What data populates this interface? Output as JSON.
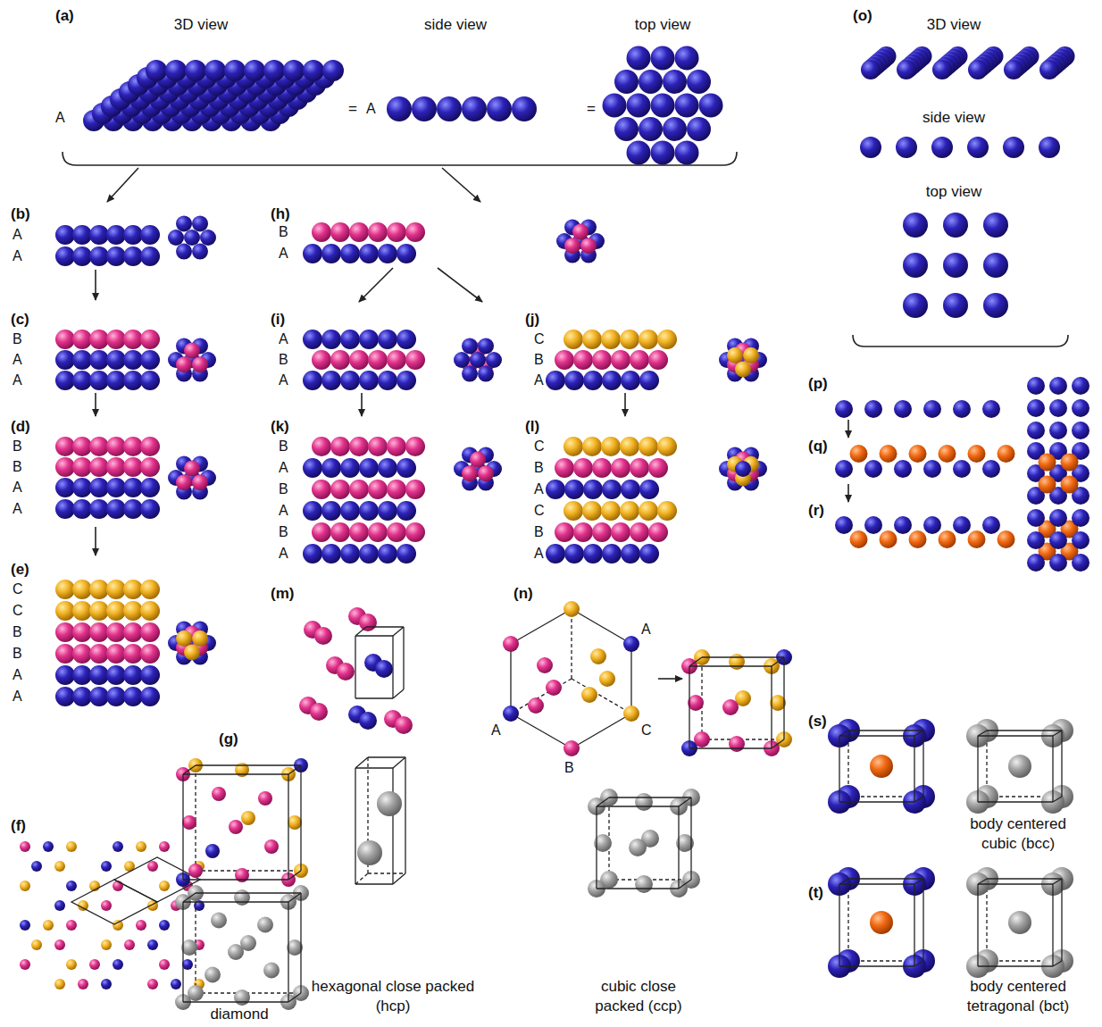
{
  "diagram": {
    "labels": [
      "(a)",
      "3D view",
      "side view",
      "top view",
      "A",
      "=",
      "A",
      "=",
      "(b)",
      "A",
      "A",
      "(c)",
      "B",
      "A",
      "A",
      "(d)",
      "B",
      "B",
      "A",
      "A",
      "(e)",
      "C",
      "C",
      "B",
      "B",
      "A",
      "A",
      "(f)",
      "(g)",
      "diamond",
      "(h)",
      "B",
      "A",
      "(i)",
      "A",
      "B",
      "A",
      "(j)",
      "C",
      "B",
      "A",
      "(k)",
      "B",
      "A",
      "B",
      "A",
      "B",
      "A",
      "(l)",
      "C",
      "B",
      "A",
      "C",
      "B",
      "A",
      "(m)",
      "hexagonal close packed (hcp)",
      "(n)",
      "A",
      "A",
      "B",
      "C",
      "cubic close packed (ccp)",
      "(o)",
      "3D view",
      "side view",
      "top view",
      "(p)",
      "(q)",
      "(r)",
      "(s)",
      "body centered cubic (bcc)",
      "(t)",
      "body centered tetragonal (bct)"
    ]
  }
}
